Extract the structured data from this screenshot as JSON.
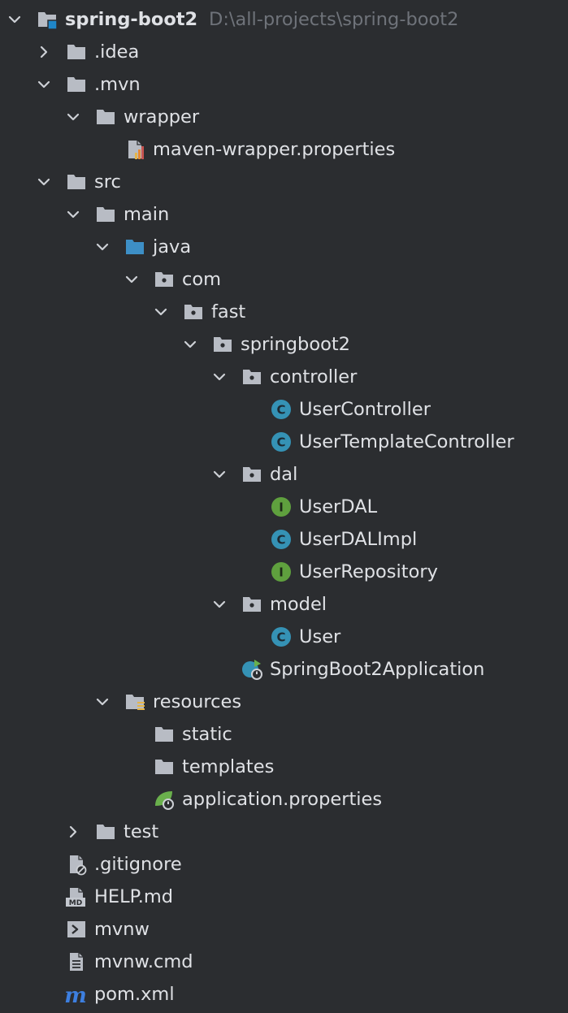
{
  "project_tree": {
    "project_path": "D:\\all-projects\\spring-boot2",
    "items": [
      {
        "label": "spring-boot2",
        "depth": 0,
        "arrow": "expanded",
        "icon": "module-folder-icon",
        "bold": true
      },
      {
        "label": ".idea",
        "depth": 1,
        "arrow": "collapsed",
        "icon": "folder-icon"
      },
      {
        "label": ".mvn",
        "depth": 1,
        "arrow": "expanded",
        "icon": "folder-icon"
      },
      {
        "label": "wrapper",
        "depth": 2,
        "arrow": "expanded",
        "icon": "folder-icon"
      },
      {
        "label": "maven-wrapper.properties",
        "depth": 3,
        "arrow": "none",
        "icon": "properties-file-icon"
      },
      {
        "label": "src",
        "depth": 1,
        "arrow": "expanded",
        "icon": "folder-icon"
      },
      {
        "label": "main",
        "depth": 2,
        "arrow": "expanded",
        "icon": "folder-icon"
      },
      {
        "label": "java",
        "depth": 3,
        "arrow": "expanded",
        "icon": "source-root-folder-icon"
      },
      {
        "label": "com",
        "depth": 4,
        "arrow": "expanded",
        "icon": "package-icon"
      },
      {
        "label": "fast",
        "depth": 5,
        "arrow": "expanded",
        "icon": "package-icon"
      },
      {
        "label": "springboot2",
        "depth": 6,
        "arrow": "expanded",
        "icon": "package-icon"
      },
      {
        "label": "controller",
        "depth": 7,
        "arrow": "expanded",
        "icon": "package-icon"
      },
      {
        "label": "UserController",
        "depth": 8,
        "arrow": "none",
        "icon": "java-class-icon"
      },
      {
        "label": "UserTemplateController",
        "depth": 8,
        "arrow": "none",
        "icon": "java-class-icon"
      },
      {
        "label": "dal",
        "depth": 7,
        "arrow": "expanded",
        "icon": "package-icon"
      },
      {
        "label": "UserDAL",
        "depth": 8,
        "arrow": "none",
        "icon": "java-interface-icon"
      },
      {
        "label": "UserDALImpl",
        "depth": 8,
        "arrow": "none",
        "icon": "java-class-icon"
      },
      {
        "label": "UserRepository",
        "depth": 8,
        "arrow": "none",
        "icon": "java-interface-icon"
      },
      {
        "label": "model",
        "depth": 7,
        "arrow": "expanded",
        "icon": "package-icon"
      },
      {
        "label": "User",
        "depth": 8,
        "arrow": "none",
        "icon": "java-class-icon"
      },
      {
        "label": "SpringBoot2Application",
        "depth": 7,
        "arrow": "none",
        "icon": "spring-boot-app-icon"
      },
      {
        "label": "resources",
        "depth": 3,
        "arrow": "expanded",
        "icon": "resources-root-folder-icon"
      },
      {
        "label": "static",
        "depth": 4,
        "arrow": "none",
        "icon": "folder-icon"
      },
      {
        "label": "templates",
        "depth": 4,
        "arrow": "none",
        "icon": "folder-icon"
      },
      {
        "label": "application.properties",
        "depth": 4,
        "arrow": "none",
        "icon": "spring-properties-icon"
      },
      {
        "label": "test",
        "depth": 2,
        "arrow": "collapsed",
        "icon": "folder-icon"
      },
      {
        "label": ".gitignore",
        "depth": 1,
        "arrow": "none",
        "icon": "ignore-file-icon"
      },
      {
        "label": "HELP.md",
        "depth": 1,
        "arrow": "none",
        "icon": "markdown-file-icon"
      },
      {
        "label": "mvnw",
        "depth": 1,
        "arrow": "none",
        "icon": "shell-script-icon"
      },
      {
        "label": "mvnw.cmd",
        "depth": 1,
        "arrow": "none",
        "icon": "text-file-icon"
      },
      {
        "label": "pom.xml",
        "depth": 1,
        "arrow": "none",
        "icon": "maven-pom-icon"
      }
    ]
  },
  "colors": {
    "background": "#2b2d30",
    "text": "#dfe1e5",
    "path_text": "#6f737a",
    "folder": "#b8bcc4",
    "source_root": "#3d8fc6",
    "class_badge": "#3592b5",
    "interface_badge": "#5fa03e",
    "spring_green": "#6ab04c"
  }
}
